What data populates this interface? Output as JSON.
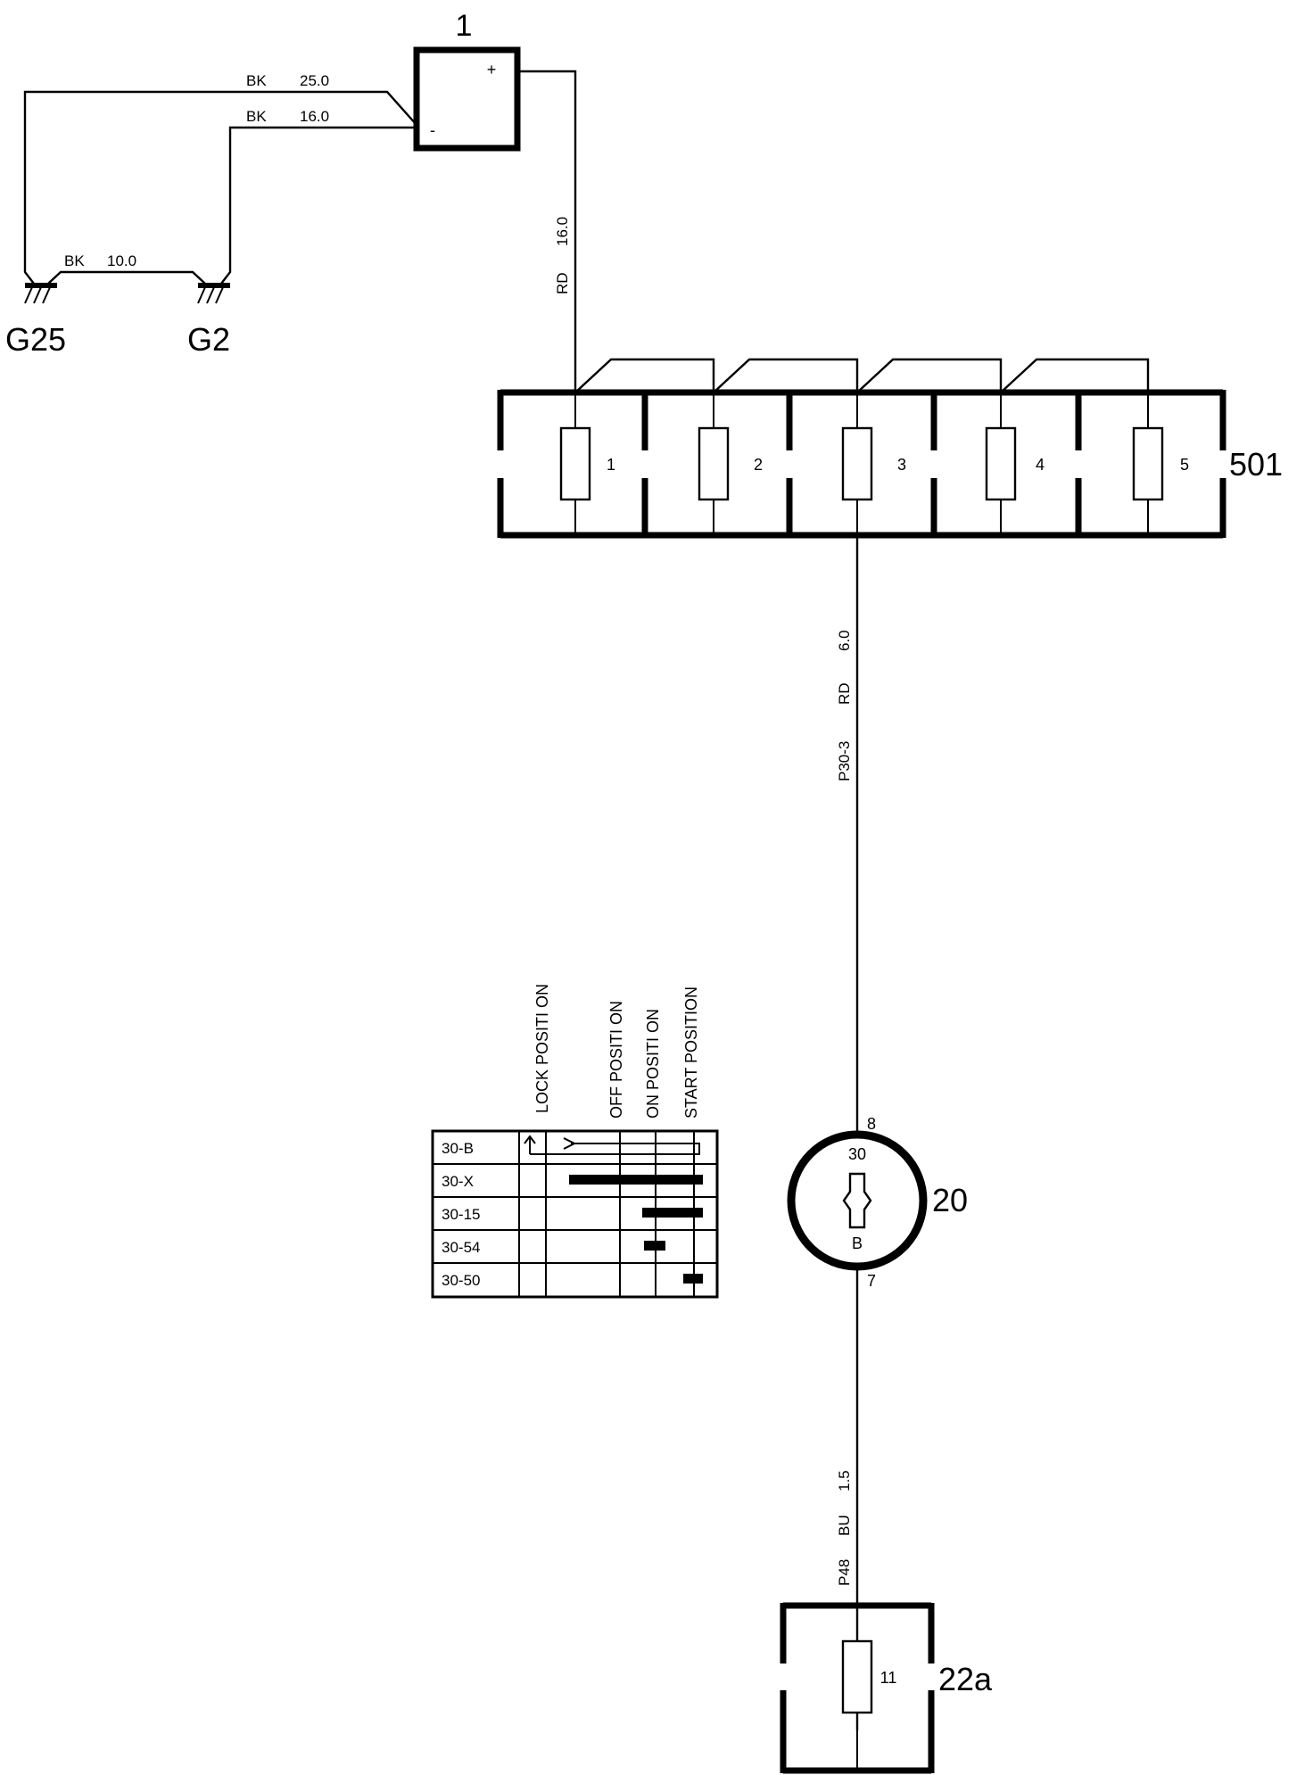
{
  "battery": {
    "id": "1",
    "plus": "+",
    "minus": "-"
  },
  "wires": {
    "bk25": {
      "color": "BK",
      "size": "25.0"
    },
    "bk16": {
      "color": "BK",
      "size": "16.0"
    },
    "bk10": {
      "color": "BK",
      "size": "10.0"
    },
    "rd16": {
      "color": "RD",
      "size": "16.0"
    },
    "rd6": {
      "circuit": "P30-3",
      "color": "RD",
      "size": "6.0"
    },
    "bu15": {
      "circuit": "P48",
      "color": "BU",
      "size": "1.5"
    }
  },
  "grounds": [
    {
      "id": "G25"
    },
    {
      "id": "G2"
    }
  ],
  "fusebox": {
    "id": "501",
    "fuses": [
      "1",
      "2",
      "3",
      "4",
      "5"
    ]
  },
  "ignition": {
    "id": "20",
    "pin_in": "8",
    "pin_out": "7",
    "term_top": "30",
    "term_bottom": "B"
  },
  "switch_table": {
    "positions": [
      "LOCK POSITI ON",
      "OFF POSITI ON",
      "ON POSITI ON",
      "START POSITION"
    ],
    "rows": [
      "30-B",
      "30-X",
      "30-15",
      "30-54",
      "30-50"
    ]
  },
  "fuse_22a": {
    "id": "22a",
    "fuse": "11"
  }
}
